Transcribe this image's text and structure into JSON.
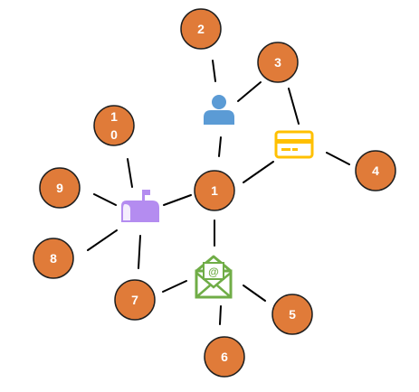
{
  "colors": {
    "node_fill": "#E07B39",
    "node_stroke": "#1f1f1f",
    "node_text": "#FFFFFF",
    "line": "#000000",
    "user_icon": "#5B9BD5",
    "card_icon": "#FFC000",
    "mailbox_icon": "#B48CF0",
    "envelope_icon": "#70AD47"
  },
  "nodes": [
    {
      "id": "1",
      "label_lines": [
        "1"
      ]
    },
    {
      "id": "2",
      "label_lines": [
        "2"
      ]
    },
    {
      "id": "3",
      "label_lines": [
        "3"
      ]
    },
    {
      "id": "4",
      "label_lines": [
        "4"
      ]
    },
    {
      "id": "5",
      "label_lines": [
        "5"
      ]
    },
    {
      "id": "6",
      "label_lines": [
        "6"
      ]
    },
    {
      "id": "7",
      "label_lines": [
        "7"
      ]
    },
    {
      "id": "8",
      "label_lines": [
        "8"
      ]
    },
    {
      "id": "9",
      "label_lines": [
        "9"
      ]
    },
    {
      "id": "10",
      "label_lines": [
        "1",
        "0"
      ]
    }
  ],
  "icons": [
    {
      "id": "user",
      "icon": "user-icon"
    },
    {
      "id": "card",
      "icon": "credit-card-icon"
    },
    {
      "id": "mailbox",
      "icon": "mailbox-icon"
    },
    {
      "id": "envelope",
      "icon": "email-envelope-icon"
    }
  ],
  "edges": [
    {
      "from": "2",
      "to": "user"
    },
    {
      "from": "user",
      "to": "3"
    },
    {
      "from": "3",
      "to": "card"
    },
    {
      "from": "card",
      "to": "4"
    },
    {
      "from": "user",
      "to": "1"
    },
    {
      "from": "1",
      "to": "card"
    },
    {
      "from": "1",
      "to": "mailbox"
    },
    {
      "from": "1",
      "to": "envelope"
    },
    {
      "from": "mailbox",
      "to": "10"
    },
    {
      "from": "mailbox",
      "to": "9"
    },
    {
      "from": "mailbox",
      "to": "8"
    },
    {
      "from": "mailbox",
      "to": "7"
    },
    {
      "from": "envelope",
      "to": "7"
    },
    {
      "from": "envelope",
      "to": "5"
    },
    {
      "from": "envelope",
      "to": "6"
    }
  ]
}
